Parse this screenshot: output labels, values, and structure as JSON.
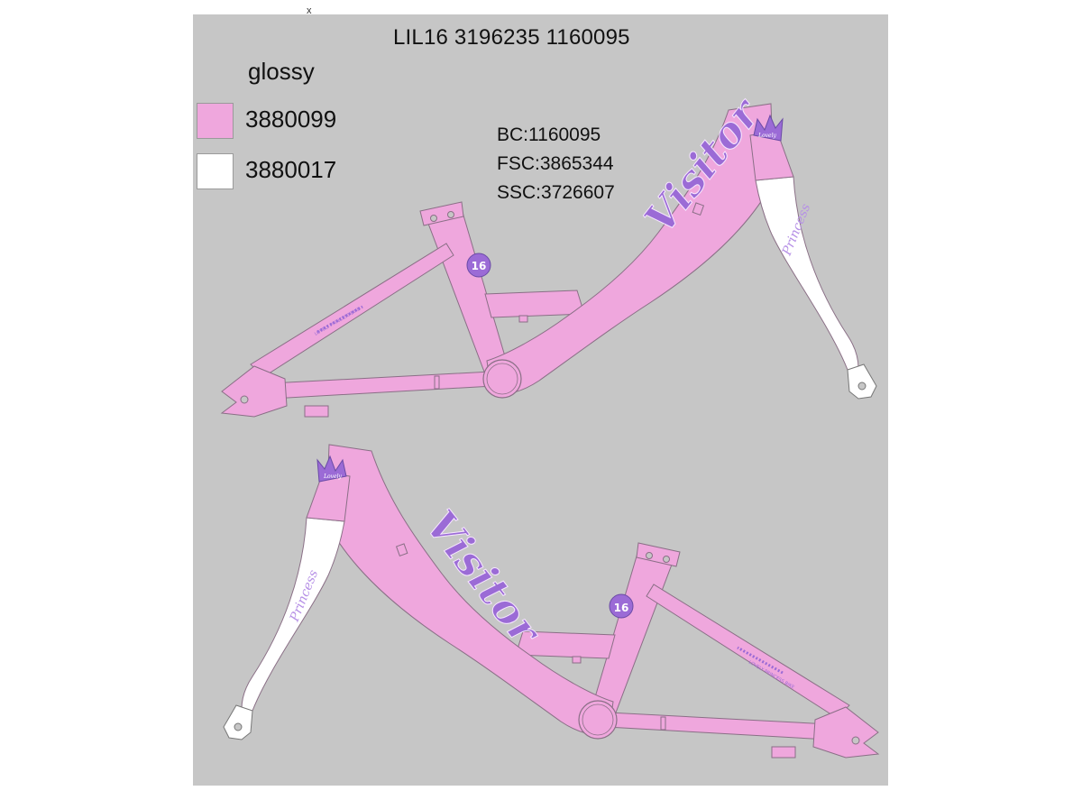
{
  "title": "LIL16 3196235 1160095",
  "finish": "glossy",
  "colors": [
    {
      "code": "3880099",
      "hex": "#efa7dd"
    },
    {
      "code": "3880017",
      "hex": "#ffffff"
    }
  ],
  "specs": [
    {
      "label": "BC:",
      "value": "1160095"
    },
    {
      "label": "FSC:",
      "value": "3865344"
    },
    {
      "label": "SSC:",
      "value": "3726607"
    }
  ],
  "decals": {
    "brand": "Visitor",
    "fork_text": "Princess",
    "size_badge": "16",
    "crown_text": "Lovely",
    "tube_text": "LOVELY PRINCESS BIKE"
  },
  "palette": {
    "background": "#c6c6c6",
    "frame_pink": "#efa7dd",
    "decal_purple": "#9b6bd6",
    "outline": "#8a6f86"
  }
}
